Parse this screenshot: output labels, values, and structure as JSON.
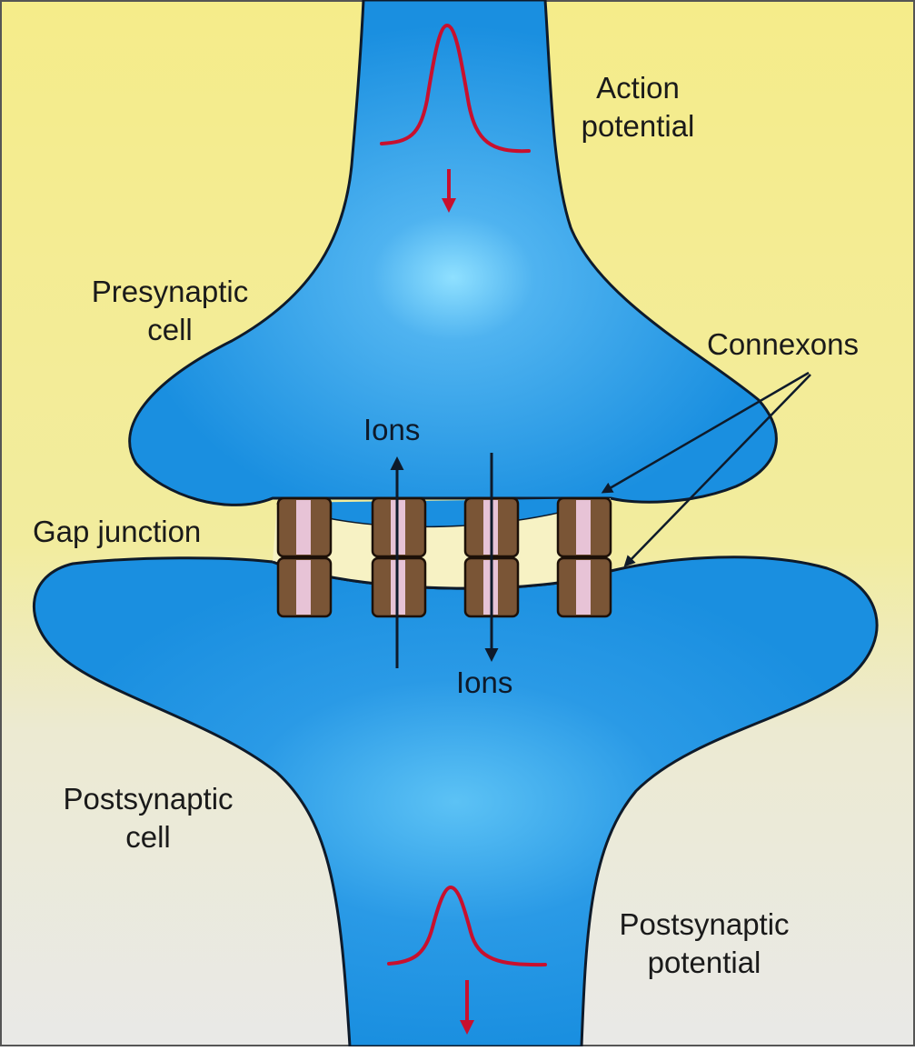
{
  "labels": {
    "action_potential": [
      "Action",
      "potential"
    ],
    "presynaptic_cell": [
      "Presynaptic",
      "cell"
    ],
    "connexons": "Connexons",
    "ions_up": "Ions",
    "ions_down": "Ions",
    "gap_junction": "Gap junction",
    "postsynaptic_cell": [
      "Postsynaptic",
      "cell"
    ],
    "postsynaptic_potential": [
      "Postsynaptic",
      "potential"
    ]
  },
  "colors": {
    "background_top": "#f5ec8a",
    "background_bottom": "#ebebe6",
    "cell_fill": "#1a8fe0",
    "cell_highlight": "#7fd3ff",
    "outline": "#0e1a2a",
    "waveform": "#c8102e",
    "connexon_brown": "#7a5536",
    "connexon_pink": "#e7c3d6"
  },
  "icons": {
    "waveforms": [
      "action-potential-waveform",
      "postsynaptic-potential-waveform"
    ],
    "arrows": [
      "red-down-arrow",
      "ions-up-arrow",
      "ions-down-arrow",
      "pointer-arrow"
    ]
  }
}
